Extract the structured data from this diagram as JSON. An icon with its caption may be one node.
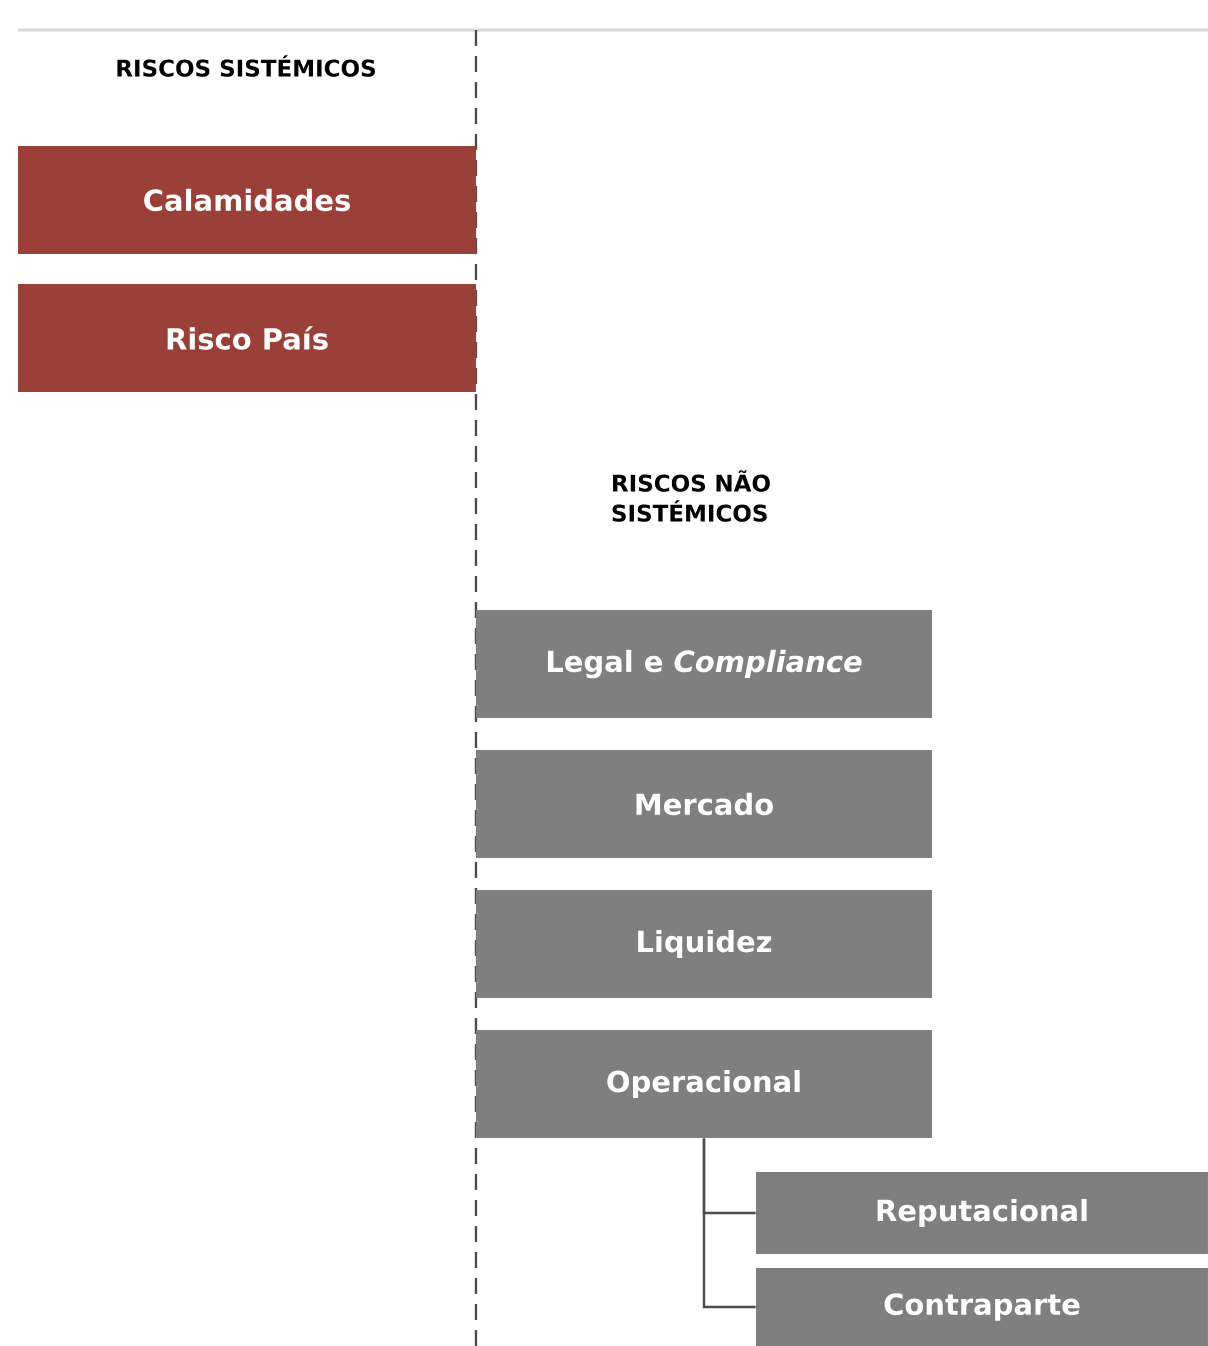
{
  "diagram": {
    "nodes": [
      {
        "text": [
          "Calamidades"
        ]
      },
      {
        "text": [
          "Risco País"
        ]
      },
      {
        "text": [
          "Legal e *Compliance*"
        ]
      },
      {
        "text": [
          "Mercado"
        ]
      },
      {
        "text": [
          "Liquidez"
        ]
      },
      {
        "text": [
          "Operacional"
        ]
      },
      {
        "text": [
          "Reputacional"
        ]
      },
      {
        "text": [
          "Contraparte"
        ]
      }
    ],
    "edges": [
      {
        "from": 5,
        "to": 6,
        "arrow": "none"
      },
      {
        "from": 5,
        "to": 7,
        "arrow": "none"
      }
    ],
    "labels": [
      "RISCOS SISTÉMICOS",
      "RISCOS NÃO SISTÉMICOS"
    ]
  }
}
